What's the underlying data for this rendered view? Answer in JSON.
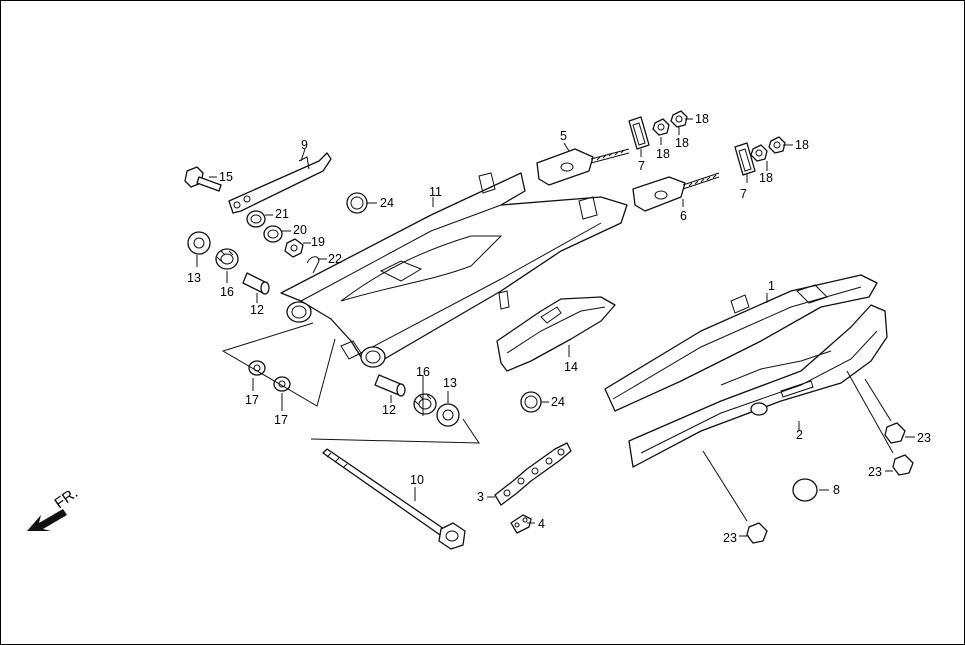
{
  "diagram": {
    "direction_label": "FR.",
    "callouts": [
      {
        "id": "c1",
        "text": "1"
      },
      {
        "id": "c2",
        "text": "2"
      },
      {
        "id": "c3",
        "text": "3"
      },
      {
        "id": "c4",
        "text": "4"
      },
      {
        "id": "c5",
        "text": "5"
      },
      {
        "id": "c6",
        "text": "6"
      },
      {
        "id": "c7a",
        "text": "7"
      },
      {
        "id": "c7b",
        "text": "7"
      },
      {
        "id": "c8",
        "text": "8"
      },
      {
        "id": "c9",
        "text": "9"
      },
      {
        "id": "c10",
        "text": "10"
      },
      {
        "id": "c11",
        "text": "11"
      },
      {
        "id": "c12a",
        "text": "12"
      },
      {
        "id": "c12b",
        "text": "12"
      },
      {
        "id": "c13a",
        "text": "13"
      },
      {
        "id": "c13b",
        "text": "13"
      },
      {
        "id": "c14",
        "text": "14"
      },
      {
        "id": "c15",
        "text": "15"
      },
      {
        "id": "c16a",
        "text": "16"
      },
      {
        "id": "c16b",
        "text": "16"
      },
      {
        "id": "c17a",
        "text": "17"
      },
      {
        "id": "c17b",
        "text": "17"
      },
      {
        "id": "c18a",
        "text": "18"
      },
      {
        "id": "c18b",
        "text": "18"
      },
      {
        "id": "c18c",
        "text": "18"
      },
      {
        "id": "c18d",
        "text": "18"
      },
      {
        "id": "c19",
        "text": "19"
      },
      {
        "id": "c20",
        "text": "20"
      },
      {
        "id": "c21",
        "text": "21"
      },
      {
        "id": "c22",
        "text": "22"
      },
      {
        "id": "c23a",
        "text": "23"
      },
      {
        "id": "c23b",
        "text": "23"
      },
      {
        "id": "c23c",
        "text": "23"
      },
      {
        "id": "c24a",
        "text": "24"
      },
      {
        "id": "c24b",
        "text": "24"
      }
    ]
  }
}
